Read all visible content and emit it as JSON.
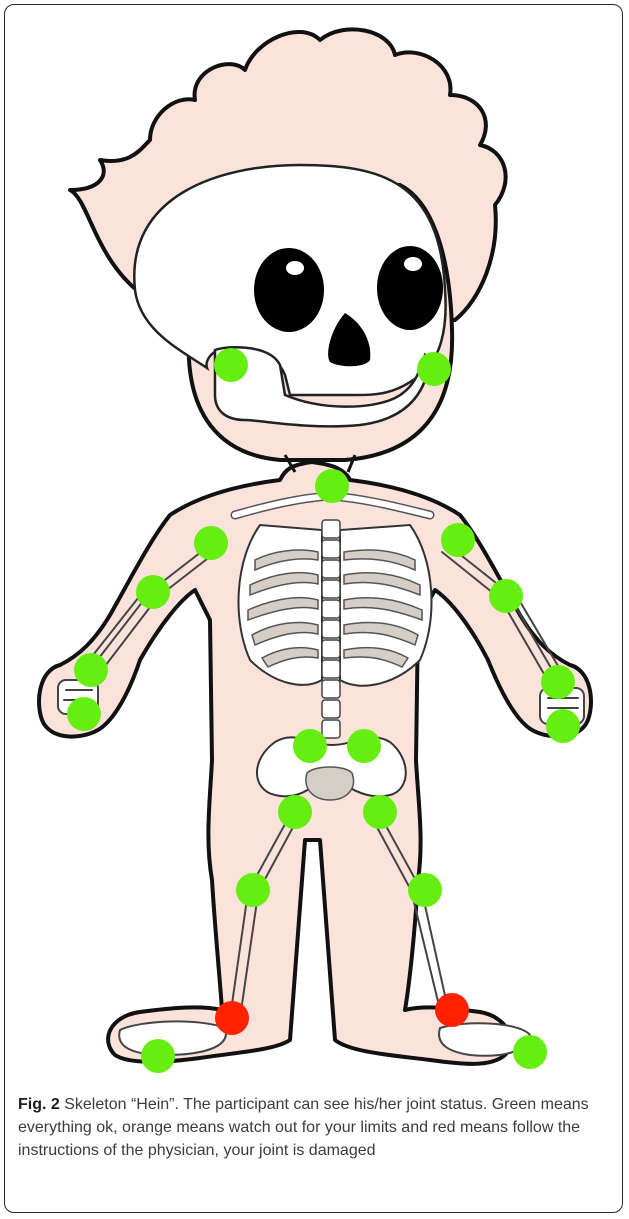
{
  "figure": {
    "label": "Fig. 2",
    "caption": "Skeleton “Hein”. The participant can see his/her joint status. Green means everything ok, orange means watch out for your limits and red means follow the instructions of the physician, your joint is damaged"
  },
  "colors": {
    "ok": "#66ee11",
    "damaged": "#ff2200",
    "skin": "#fbe3dc",
    "bone": "#ffffff",
    "bone_shade": "#d4cec6",
    "outline": "#111111"
  },
  "joints": [
    {
      "name": "right-jaw",
      "status": "ok"
    },
    {
      "name": "left-jaw",
      "status": "ok"
    },
    {
      "name": "neck",
      "status": "ok"
    },
    {
      "name": "right-shoulder",
      "status": "ok"
    },
    {
      "name": "left-shoulder",
      "status": "ok"
    },
    {
      "name": "right-elbow",
      "status": "ok"
    },
    {
      "name": "left-elbow",
      "status": "ok"
    },
    {
      "name": "right-wrist",
      "status": "ok"
    },
    {
      "name": "left-wrist",
      "status": "ok"
    },
    {
      "name": "right-hand",
      "status": "ok"
    },
    {
      "name": "left-hand",
      "status": "ok"
    },
    {
      "name": "right-sacroiliac",
      "status": "ok"
    },
    {
      "name": "left-sacroiliac",
      "status": "ok"
    },
    {
      "name": "right-hip",
      "status": "ok"
    },
    {
      "name": "left-hip",
      "status": "ok"
    },
    {
      "name": "right-knee",
      "status": "ok"
    },
    {
      "name": "left-knee",
      "status": "ok"
    },
    {
      "name": "right-ankle",
      "status": "damaged"
    },
    {
      "name": "left-ankle",
      "status": "damaged"
    },
    {
      "name": "right-foot",
      "status": "ok"
    },
    {
      "name": "left-foot",
      "status": "ok"
    }
  ]
}
